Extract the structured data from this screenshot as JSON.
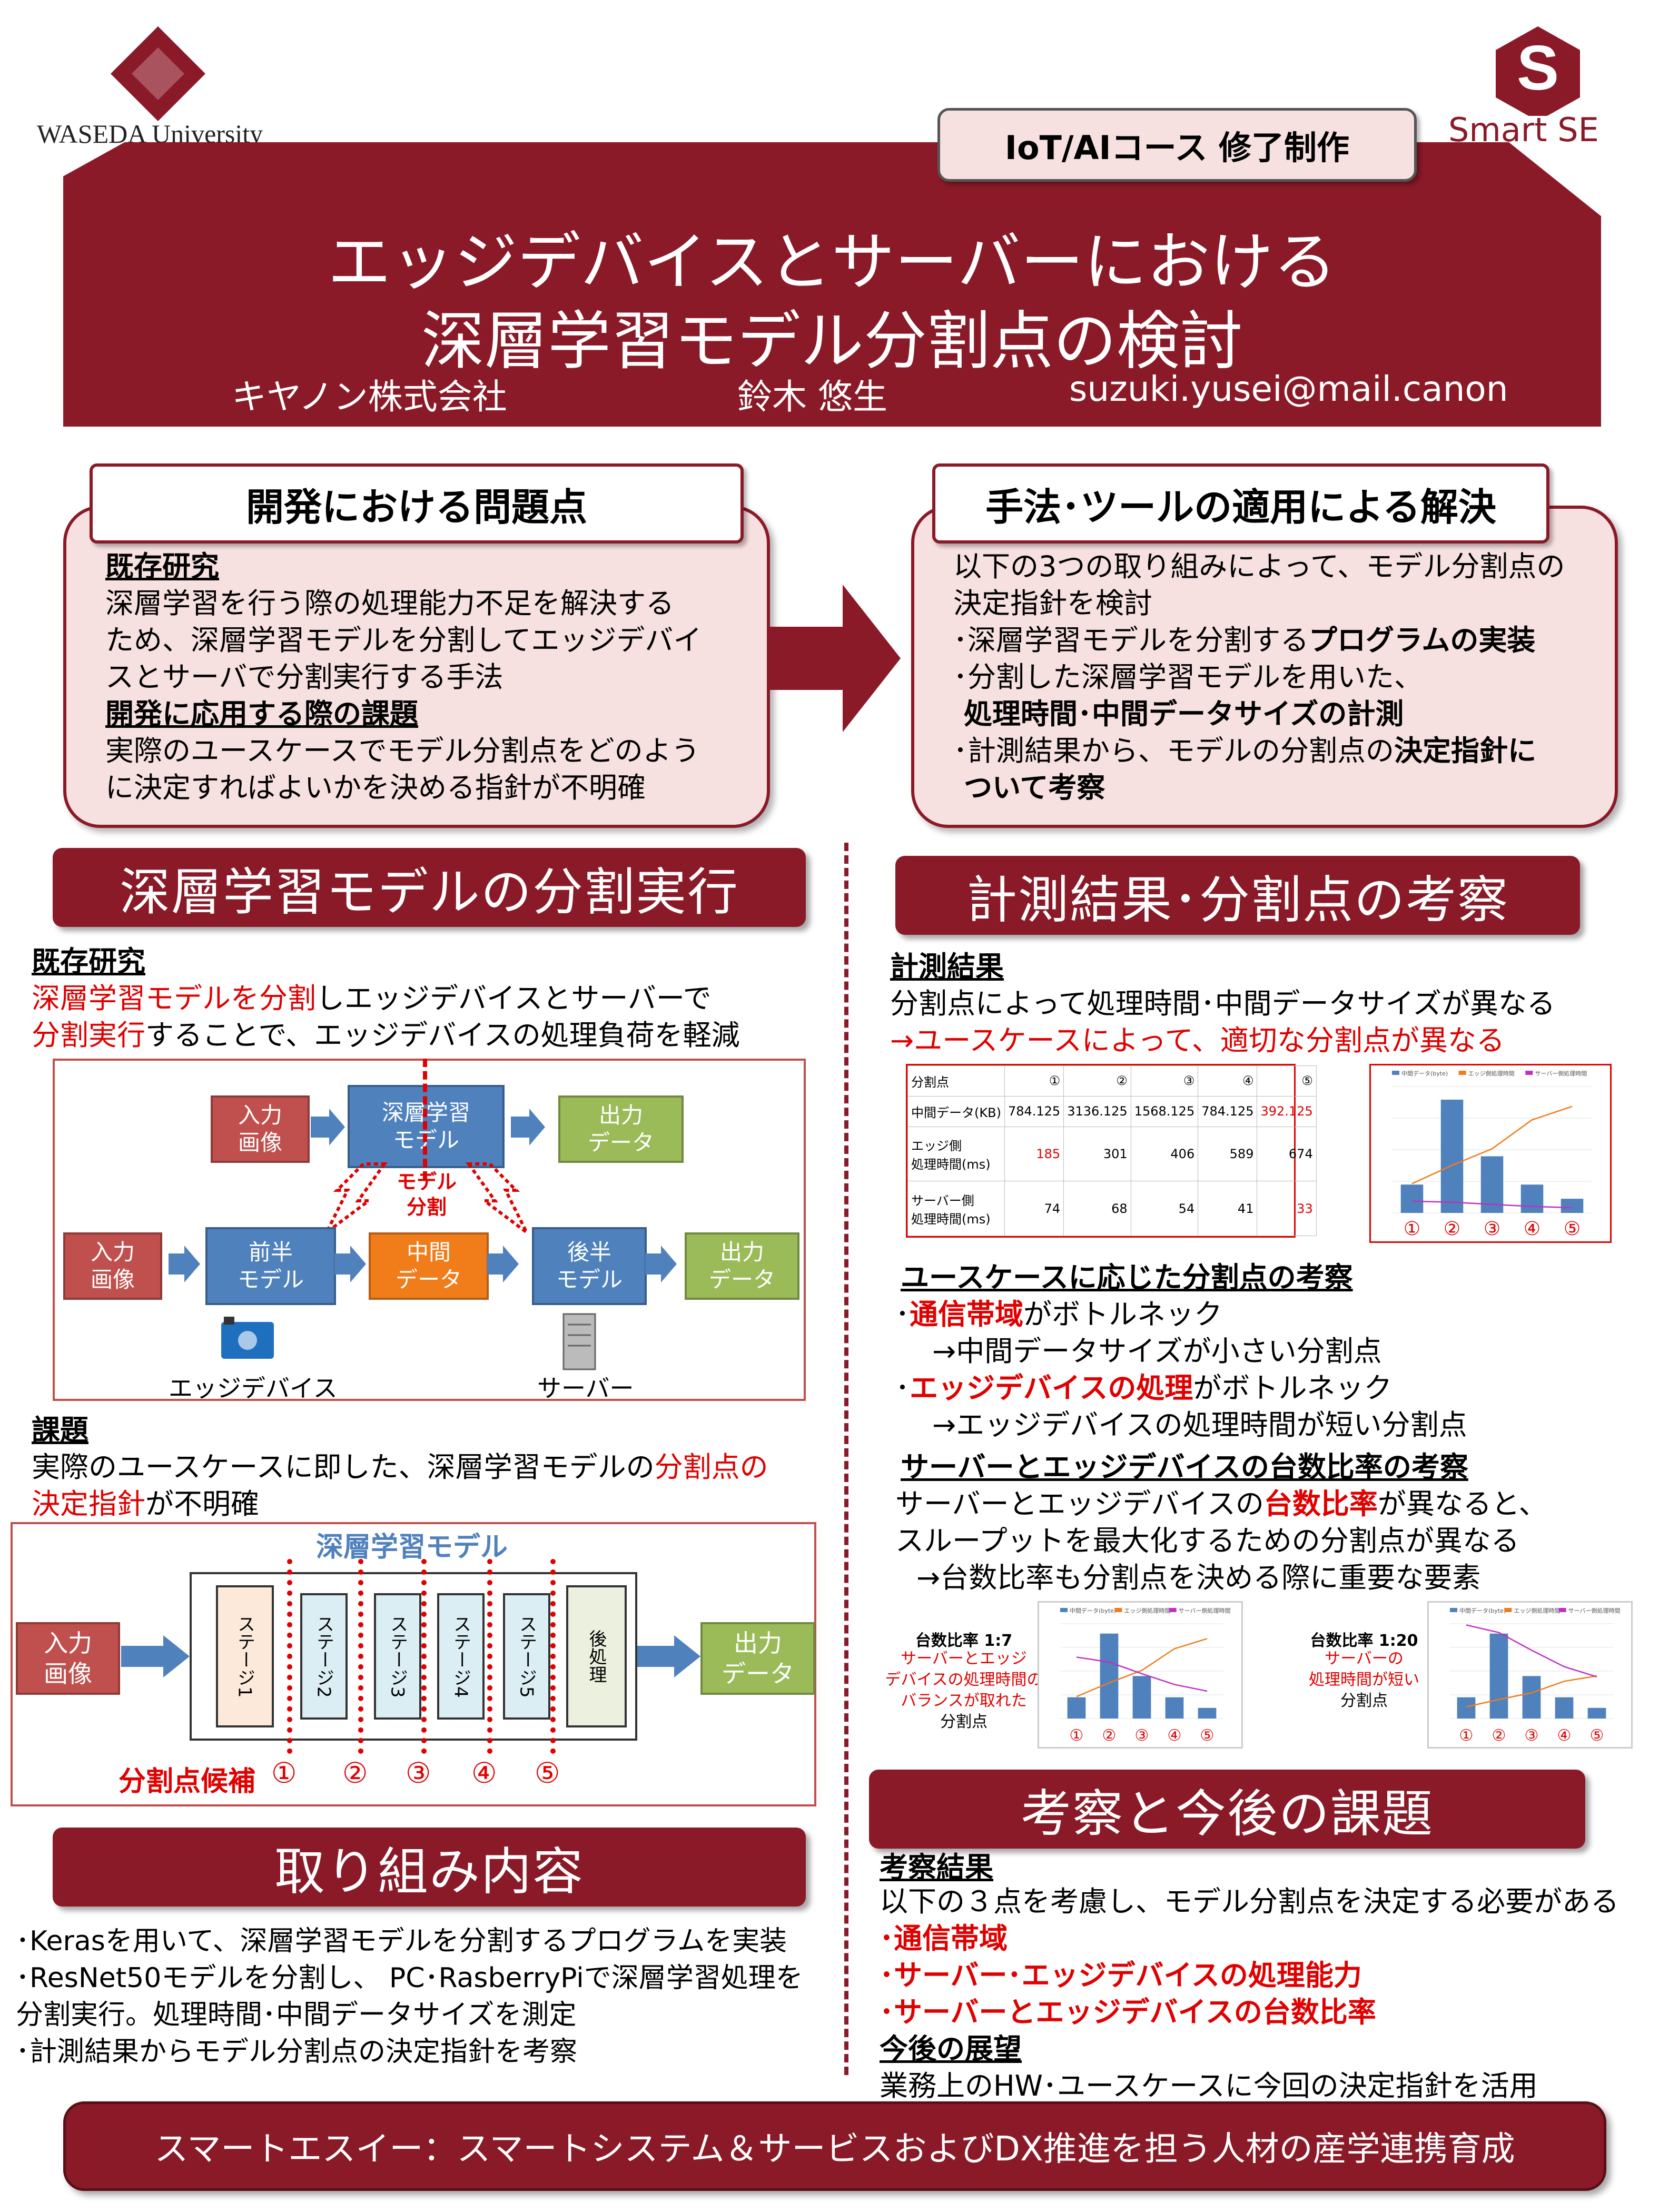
{
  "header": {
    "university": "WASEDA University",
    "brand": "Smart SE",
    "course": "IoT/AIコース 修了制作",
    "title_line1": "エッジデバイスとサーバーにおける",
    "title_line2": "深層学習モデル分割点の検討",
    "company": "キヤノン株式会社",
    "author": "鈴木 悠生",
    "email": "suzuki.yusei@mail.canon"
  },
  "problems": {
    "heading": "開発における問題点",
    "sub1": "既存研究",
    "text1": [
      "深層学習を行う際の処理能力不足を解決する",
      "ため、深層学習モデルを分割してエッジデバイ",
      "スとサーバで分割実行する手法"
    ],
    "sub2": "開発に応用する際の課題",
    "text2": [
      "実際のユースケースでモデル分割点をどのよう",
      "に決定すればよいかを決める指針が不明確"
    ]
  },
  "solution": {
    "heading": "手法･ツールの適用による解決",
    "l1": "以下の3つの取り組みによって、モデル分割点の",
    "l2": "決定指針を検討",
    "l3a": "･深層学習モデルを分割する",
    "l3b": "プログラムの実装",
    "l4": "･分割した深層学習モデルを用いた、",
    "l5": "処理時間･中間データサイズの計測",
    "l6a": "･計測結果から、モデルの分割点の",
    "l6b": "決定指針に",
    "l7": "ついて考察"
  },
  "split": {
    "heading": "深層学習モデルの分割実行",
    "sub1": "既存研究",
    "l1a": "深層学習モデルを分割",
    "l1b": "しエッジデバイスとサーバーで",
    "l2a": "分割実行",
    "l2b": "することで、エッジデバイスの処理負荷を軽減",
    "diagram": {
      "input": "入力\n画像",
      "model": "深層学習\nモデル",
      "output": "出力\nデータ",
      "split_label": "モデル\n分割",
      "front": "前半\nモデル",
      "middle": "中間\nデータ",
      "back": "後半\nモデル",
      "edge": "エッジデバイス",
      "server": "サーバー"
    },
    "sub2": "課題",
    "l3a": "実際のユースケースに即した、深層学習モデルの",
    "l3b": "分割点の",
    "l4a": "決定指針",
    "l4b": "が不明確",
    "diagram2": {
      "title": "深層学習モデル",
      "input": "入力\n画像",
      "output": "出力\nデータ",
      "stages": [
        "ステージ1",
        "ステージ2",
        "ステージ3",
        "ステージ4",
        "ステージ5"
      ],
      "post": "後処理",
      "candidates_label": "分割点候補",
      "candidates": [
        "①",
        "②",
        "③",
        "④",
        "⑤"
      ]
    }
  },
  "work": {
    "heading": "取り組み内容",
    "lines": [
      "･Kerasを用いて、深層学習モデルを分割するプログラムを実装",
      "･ResNet50モデルを分割し、 PC･RasberryPiで深層学習処理を",
      "分割実行。処理時間･中間データサイズを測定",
      "･計測結果からモデル分割点の決定指針を考察"
    ]
  },
  "results": {
    "heading": "計測結果･分割点の考察",
    "sub1": "計測結果",
    "l1": "分割点によって処理時間･中間データサイズが異なる",
    "l2": "→ユースケースによって、適切な分割点が異なる",
    "table": {
      "header": [
        "分割点",
        "①",
        "②",
        "③",
        "④",
        "⑤"
      ],
      "rows": [
        {
          "label": "中間データ(KB)",
          "values": [
            "784.125",
            "3136.125",
            "1568.125",
            "784.125",
            "392.125"
          ]
        },
        {
          "label": "エッジ側\n処理時間(ms)",
          "values": [
            "185",
            "301",
            "406",
            "589",
            "674"
          ]
        },
        {
          "label": "サーバー側\n処理時間(ms)",
          "values": [
            "74",
            "68",
            "54",
            "41",
            "33"
          ]
        }
      ]
    },
    "sub2": "ユースケースに応じた分割点の考察",
    "u1a": "･",
    "u1b": "通信帯域",
    "u1c": "がボトルネック",
    "u2": "→中間データサイズが小さい分割点",
    "u3a": "･",
    "u3b": "エッジデバイスの処理",
    "u3c": "がボトルネック",
    "u4": "→エッジデバイスの処理時間が短い分割点",
    "sub3": "サーバーとエッジデバイスの台数比率の考察",
    "r1a": "サーバーとエッジデバイスの",
    "r1b": "台数比率",
    "r1c": "が異なると、",
    "r2": "スループットを最大化するための分割点が異なる",
    "r3": "→台数比率も分割点を決める際に重要な要素",
    "ratio1_title": "台数比率 1:7",
    "ratio1_desc": [
      "サーバーとエッジ",
      "デバイスの処理時間の",
      "バランスが取れた",
      "分割点"
    ],
    "ratio2_title": "台数比率 1:20",
    "ratio2_desc": [
      "サーバーの",
      "処理時間が短い",
      "分割点"
    ]
  },
  "future": {
    "heading": "考察と今後の課題",
    "sub1": "考察結果",
    "l1": "以下の３点を考慮し、モデル分割点を決定する必要がある",
    "p1": "･通信帯域",
    "p2": "･サーバー･エッジデバイスの処理能力",
    "p3": "･サーバーとエッジデバイスの台数比率",
    "sub2": "今後の展望",
    "l2": "業務上のHW･ユースケースに今回の決定指針を活用"
  },
  "footer": "スマートエスイー：スマートシステム＆サービスおよびDX推進を担う人材の産学連携育成",
  "colors": {
    "maroon": "#8b1a28",
    "red": "#e00000",
    "blue": "#4f81bd",
    "pink": "#f6e0e0"
  },
  "chart_data": [
    {
      "type": "bar",
      "legend": [
        "中間データ(byte)",
        "エッジ側処理時間",
        "サーバー側処理時間"
      ],
      "categories": [
        "①",
        "②",
        "③",
        "④",
        "⑤"
      ],
      "series": [
        {
          "name": "中間データ(byte)",
          "values": [
            784.125,
            3136.125,
            1568.125,
            784.125,
            392.125
          ]
        },
        {
          "name": "エッジ側処理時間",
          "values": [
            185,
            301,
            406,
            589,
            674
          ]
        },
        {
          "name": "サーバー側処理時間",
          "values": [
            74,
            68,
            54,
            41,
            33
          ]
        }
      ]
    }
  ]
}
